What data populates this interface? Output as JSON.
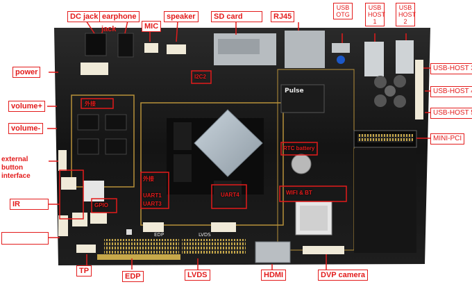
{
  "labels": {
    "dc_jack": "DC jack",
    "earphone": "earphone",
    "jack": "jack",
    "mic": "MIC",
    "speaker": "speaker",
    "sd_card": "SD card",
    "rj45": "RJ45",
    "usb_otg": "USB OTG",
    "usb_host_1": "USB HOST 1",
    "usb_host_2": "USB HOST 2",
    "usb_host_3": "USB-HOST 3",
    "usb_host_4": "USB-HOST 4",
    "usb_host_5": "USB-HOST 5",
    "mini_pci": "MINI-PCI",
    "power": "power",
    "volume_plus": "volume+",
    "volume_minus": "volume-",
    "external_button_interface": "external button interface",
    "ir": "IR",
    "tp": "TP",
    "edp": "EDP",
    "lvds": "LVDS",
    "hdmi": "HDMI",
    "dvp_camera": "DVP camera",
    "rtc_battery": "RTC battery",
    "wifi_bt": "WIFI & BT",
    "i2c2": "I2C2",
    "uart4": "UART4",
    "uart1": "UART1",
    "uart3": "UART3",
    "gpio": "GPIO",
    "onboard_cn": "外接",
    "onboard_cn2": "外接",
    "board_pulse": "Pulse",
    "board_lvds": "LVDS",
    "board_edp": "EDP"
  }
}
